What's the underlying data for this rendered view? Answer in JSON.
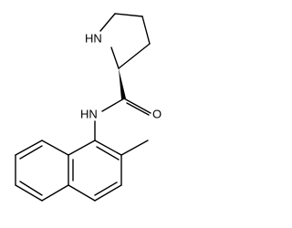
{
  "labels": {
    "ring_amine": "HN",
    "carbonyl_oxygen": "O",
    "amide_nitrogen": "HN"
  },
  "colors": {
    "ink": "#000000",
    "background": "#ffffff"
  }
}
